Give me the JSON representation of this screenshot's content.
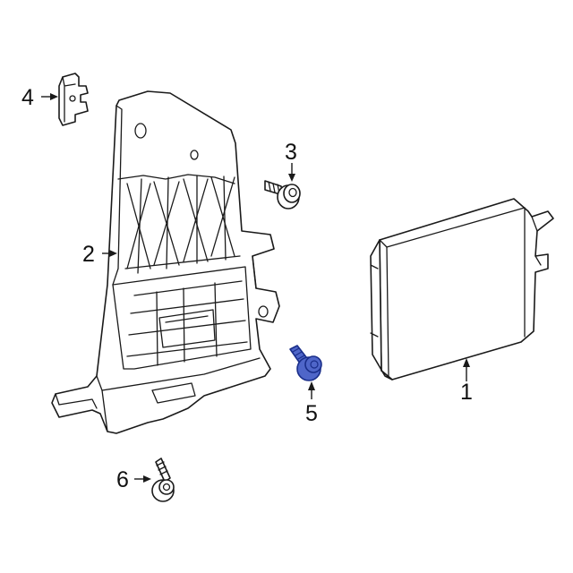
{
  "callouts": [
    {
      "id": "1",
      "label": "1"
    },
    {
      "id": "2",
      "label": "2"
    },
    {
      "id": "3",
      "label": "3"
    },
    {
      "id": "4",
      "label": "4"
    },
    {
      "id": "5",
      "label": "5"
    },
    {
      "id": "6",
      "label": "6"
    }
  ],
  "highlight_color": "#4f66c9",
  "line_color": "#1a1a1a"
}
